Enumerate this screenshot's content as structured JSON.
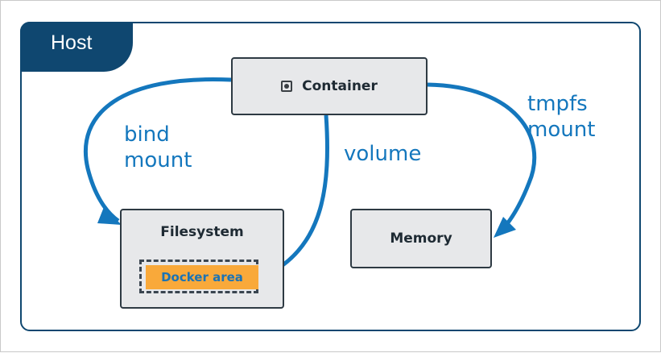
{
  "host": {
    "label": "Host"
  },
  "nodes": {
    "container": "Container",
    "filesystem": "Filesystem",
    "docker_area": "Docker area",
    "memory": "Memory"
  },
  "edges": {
    "bind_mount_line1": "bind",
    "bind_mount_line2": "mount",
    "volume": "volume",
    "tmpfs_line1": "tmpfs",
    "tmpfs_line2": "mount"
  },
  "colors": {
    "host_border": "#0f4770",
    "arrow": "#1477bd",
    "node_fill": "#e7e8ea",
    "docker_area_fill": "#f9a93a"
  },
  "icons": {
    "container": "container-icon"
  }
}
